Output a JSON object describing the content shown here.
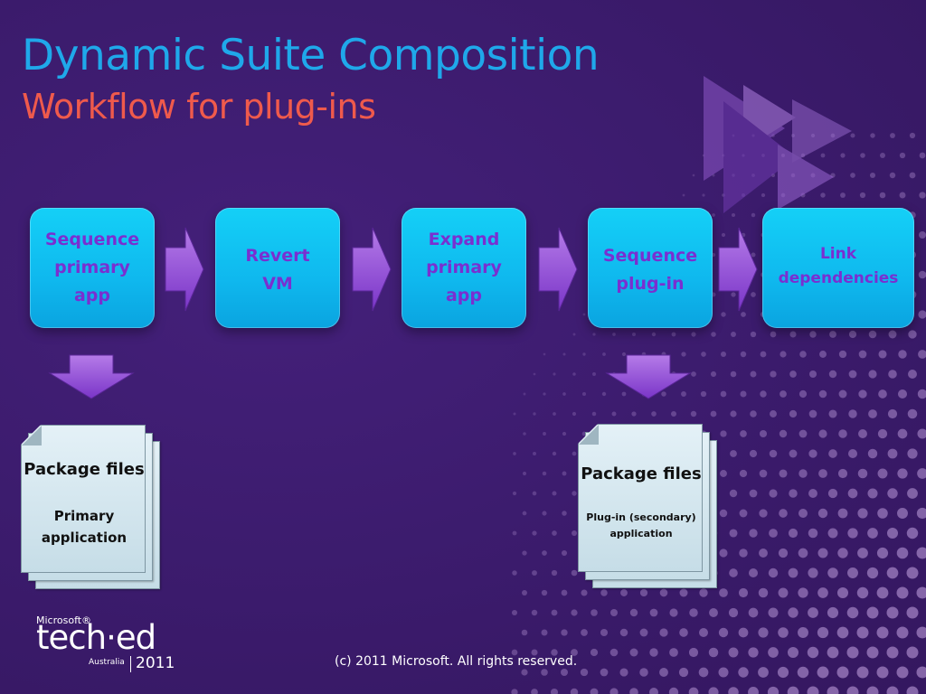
{
  "slide": {
    "title": "Dynamic Suite Composition",
    "subtitle": "Workflow for plug-ins"
  },
  "workflow_steps": [
    {
      "label": "Sequence\nprimary\napp"
    },
    {
      "label": "Revert\nVM"
    },
    {
      "label": "Expand\nprimary\napp"
    },
    {
      "label": "Sequence\nplug-in"
    },
    {
      "label": "Link\ndependencies"
    }
  ],
  "outputs": [
    {
      "title": "Package files",
      "subtitle": "Primary\napplication"
    },
    {
      "title": "Package files",
      "subtitle": "Plug-in (secondary)\napplication"
    }
  ],
  "footer": {
    "copyright": "(c) 2011 Microsoft. All rights reserved.",
    "logo_brand": "Microsoft®",
    "logo_name": "tech·ed",
    "logo_region": "Australia",
    "logo_year": "2011"
  },
  "colors": {
    "background": "#3e1e72",
    "title": "#1fa8ea",
    "subtitle": "#ef5a4c",
    "step_fill": "#14c6f4",
    "step_text": "#7a2fd0",
    "arrow": "#8a3fd6"
  },
  "icons": [
    "play-triangles-icon",
    "right-arrow-icon",
    "down-arrow-icon",
    "document-stack-icon"
  ]
}
